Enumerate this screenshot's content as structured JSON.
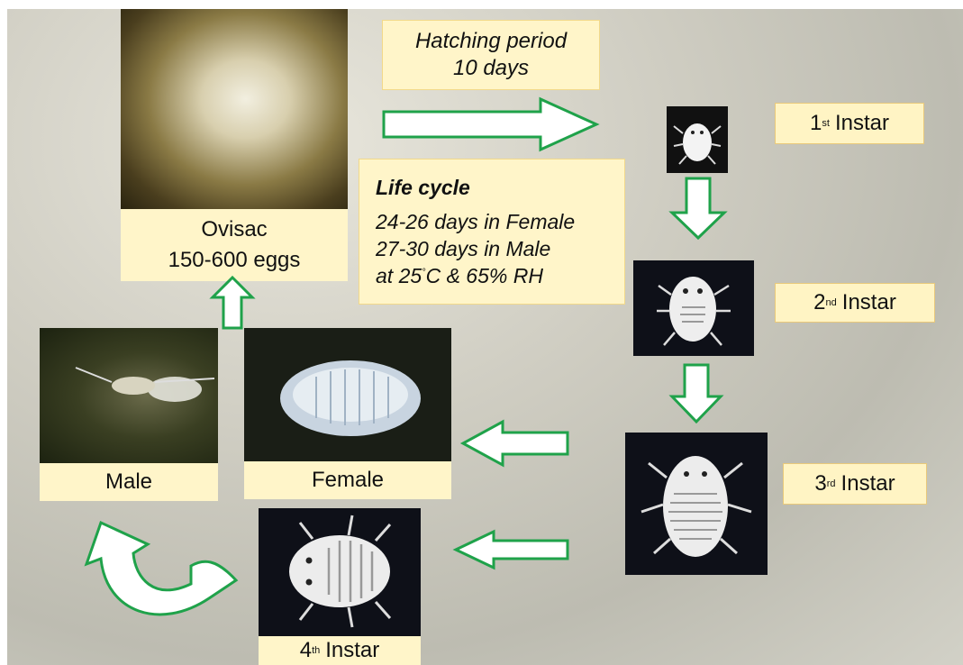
{
  "hatching": {
    "line1": "Hatching  period",
    "line2": "10 days"
  },
  "life_cycle": {
    "title": "Life cycle",
    "lines": [
      "24-26 days in Female",
      "27-30 days in Male",
      "at 25",
      "C & 65% RH"
    ],
    "degree": "°"
  },
  "ovisac": {
    "line1": "Ovisac",
    "line2": "150-600 eggs"
  },
  "instars": [
    {
      "num": "1",
      "sup": "st",
      "label": "Instar"
    },
    {
      "num": "2",
      "sup": "nd",
      "label": "Instar"
    },
    {
      "num": "3",
      "sup": "rd",
      "label": "Instar"
    },
    {
      "num": "4",
      "sup": "th",
      "label": "Instar"
    }
  ],
  "male": {
    "label": "Male"
  },
  "female": {
    "label": "Female"
  },
  "colors": {
    "arrow": "#1fa24a",
    "label_bg": "#fff5c9",
    "tag_border": "#e9c97a"
  }
}
